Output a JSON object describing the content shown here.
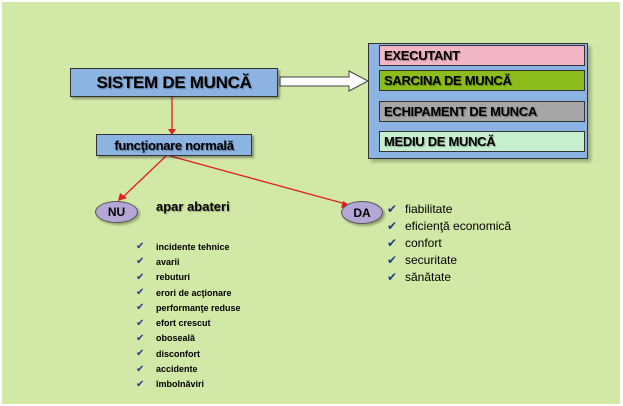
{
  "diagram": {
    "main_box": "SISTEM DE MUNCĂ",
    "sub_box": "funcţionare normală",
    "components": [
      {
        "label": "EXECUTANT",
        "color": "#f2b6c6"
      },
      {
        "label": "SARCINA DE MUNCĂ",
        "color": "#8cbd1c"
      },
      {
        "label": "ECHIPAMENT DE MUNCA",
        "color": "#a6a6a6"
      },
      {
        "label": "MEDIU DE MUNCĂ",
        "color": "#c6efce"
      }
    ],
    "no_branch": {
      "label": "NU",
      "caption": "apar abateri",
      "items": [
        "incidente tehnice",
        "avarii",
        "rebuturi",
        "erori de acţionare",
        "performanţe reduse",
        "efort crescut",
        "oboseală",
        "disconfort",
        "accidente",
        "îmbolnăviri"
      ]
    },
    "yes_branch": {
      "label": "DA",
      "items": [
        "fiabilitate",
        "eficienţă economică",
        "confort",
        "securitate",
        "sănătate"
      ]
    }
  },
  "colors": {
    "background": "#d2e8a6",
    "box_blue": "#8db3e2",
    "ellipse": "#b4a7d6",
    "arrow_red": "#e02020",
    "check": "#1f3b8f"
  },
  "icons": {
    "bullet": "checkmark-icon",
    "bullet_glyph": "✔"
  }
}
